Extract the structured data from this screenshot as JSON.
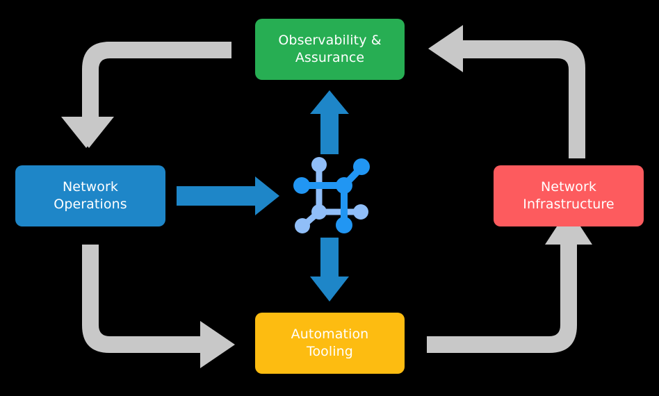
{
  "diagram": {
    "type": "cycle-diagram",
    "background_color": "#000000",
    "title": null,
    "center_icon": {
      "name": "network-topology-icon",
      "primary_color": "#2196F3",
      "secondary_color": "#90BEF8",
      "node_count": 8
    },
    "nodes": [
      {
        "id": "observability",
        "label": "Observability &\nAssurance",
        "line1": "Observability &",
        "line2": "Assurance",
        "color": "#27AE53",
        "position": "top"
      },
      {
        "id": "network-operations",
        "label": "Network\nOperations",
        "line1": "Network",
        "line2": "Operations",
        "color": "#1E86C8",
        "position": "left"
      },
      {
        "id": "network-infrastructure",
        "label": "Network\nInfrastructure",
        "line1": "Network",
        "line2": "Infrastructure",
        "color": "#FD5B5E",
        "position": "right"
      },
      {
        "id": "automation-tooling",
        "label": "Automation\nTooling",
        "line1": "Automation",
        "line2": "Tooling",
        "color": "#FDBC11",
        "position": "bottom"
      }
    ],
    "connectors": {
      "accent_color": "#1E86C8",
      "flow_color": "#C8C8C8",
      "blue_arrows": [
        {
          "name": "operations-to-center",
          "direction": "right"
        },
        {
          "name": "center-to-observability",
          "direction": "up"
        },
        {
          "name": "center-to-automation",
          "direction": "down"
        }
      ],
      "gray_arrows": [
        {
          "name": "observability-to-operations",
          "direction": "down",
          "corner": "top-left"
        },
        {
          "name": "operations-to-automation",
          "direction": "right",
          "corner": "bottom-left"
        },
        {
          "name": "automation-to-infrastructure",
          "direction": "up",
          "corner": "bottom-right"
        },
        {
          "name": "infrastructure-to-observability",
          "direction": "left",
          "corner": "top-right"
        }
      ]
    }
  }
}
